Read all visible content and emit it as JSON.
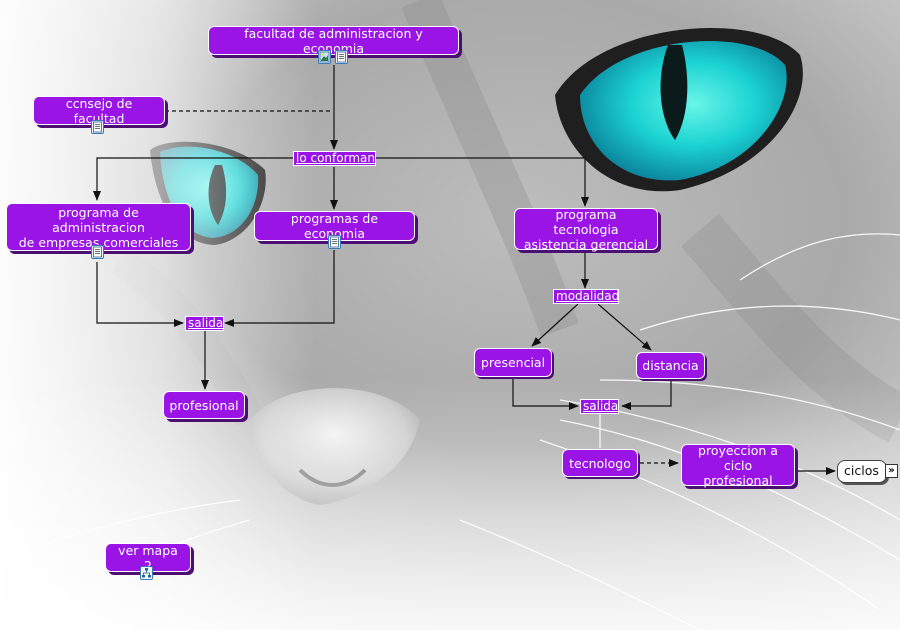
{
  "background": {
    "icon": "cat-face-photo",
    "accent": "#9a14e6",
    "eye_color": "#1fd3d0"
  },
  "nodes": {
    "facultad": "facultad de administracion y economia",
    "consejo": "ccnsejo de facultad",
    "programa_admin_line1": "programa de administracion",
    "programa_admin_line2": "de empresas comerciales",
    "programas_economia": "programas de economia",
    "programa_tecnologia_line1": "programa tecnologia",
    "programa_tecnologia_line2": "asistencia gerencial",
    "profesional": "profesional",
    "presencial": "presencial",
    "distancia": "distancia",
    "tecnologo": "tecnologo",
    "proyeccion_line1": "proyeccion a",
    "proyeccion_line2": "ciclo profesional",
    "ciclos": "ciclos",
    "ver_mapa": "ver mapa 2"
  },
  "linking_phrases": {
    "lo_conforman": "lo conforman",
    "salida_left": "salida",
    "modalidad": "modalidad",
    "salida_right": "salida"
  },
  "icons": {
    "image_resource": "image-resource-icon",
    "document_resource": "document-resource-icon",
    "map_link": "concept-map-link-icon",
    "expand": "double-chevron-right-icon",
    "expand_glyph": "»"
  }
}
